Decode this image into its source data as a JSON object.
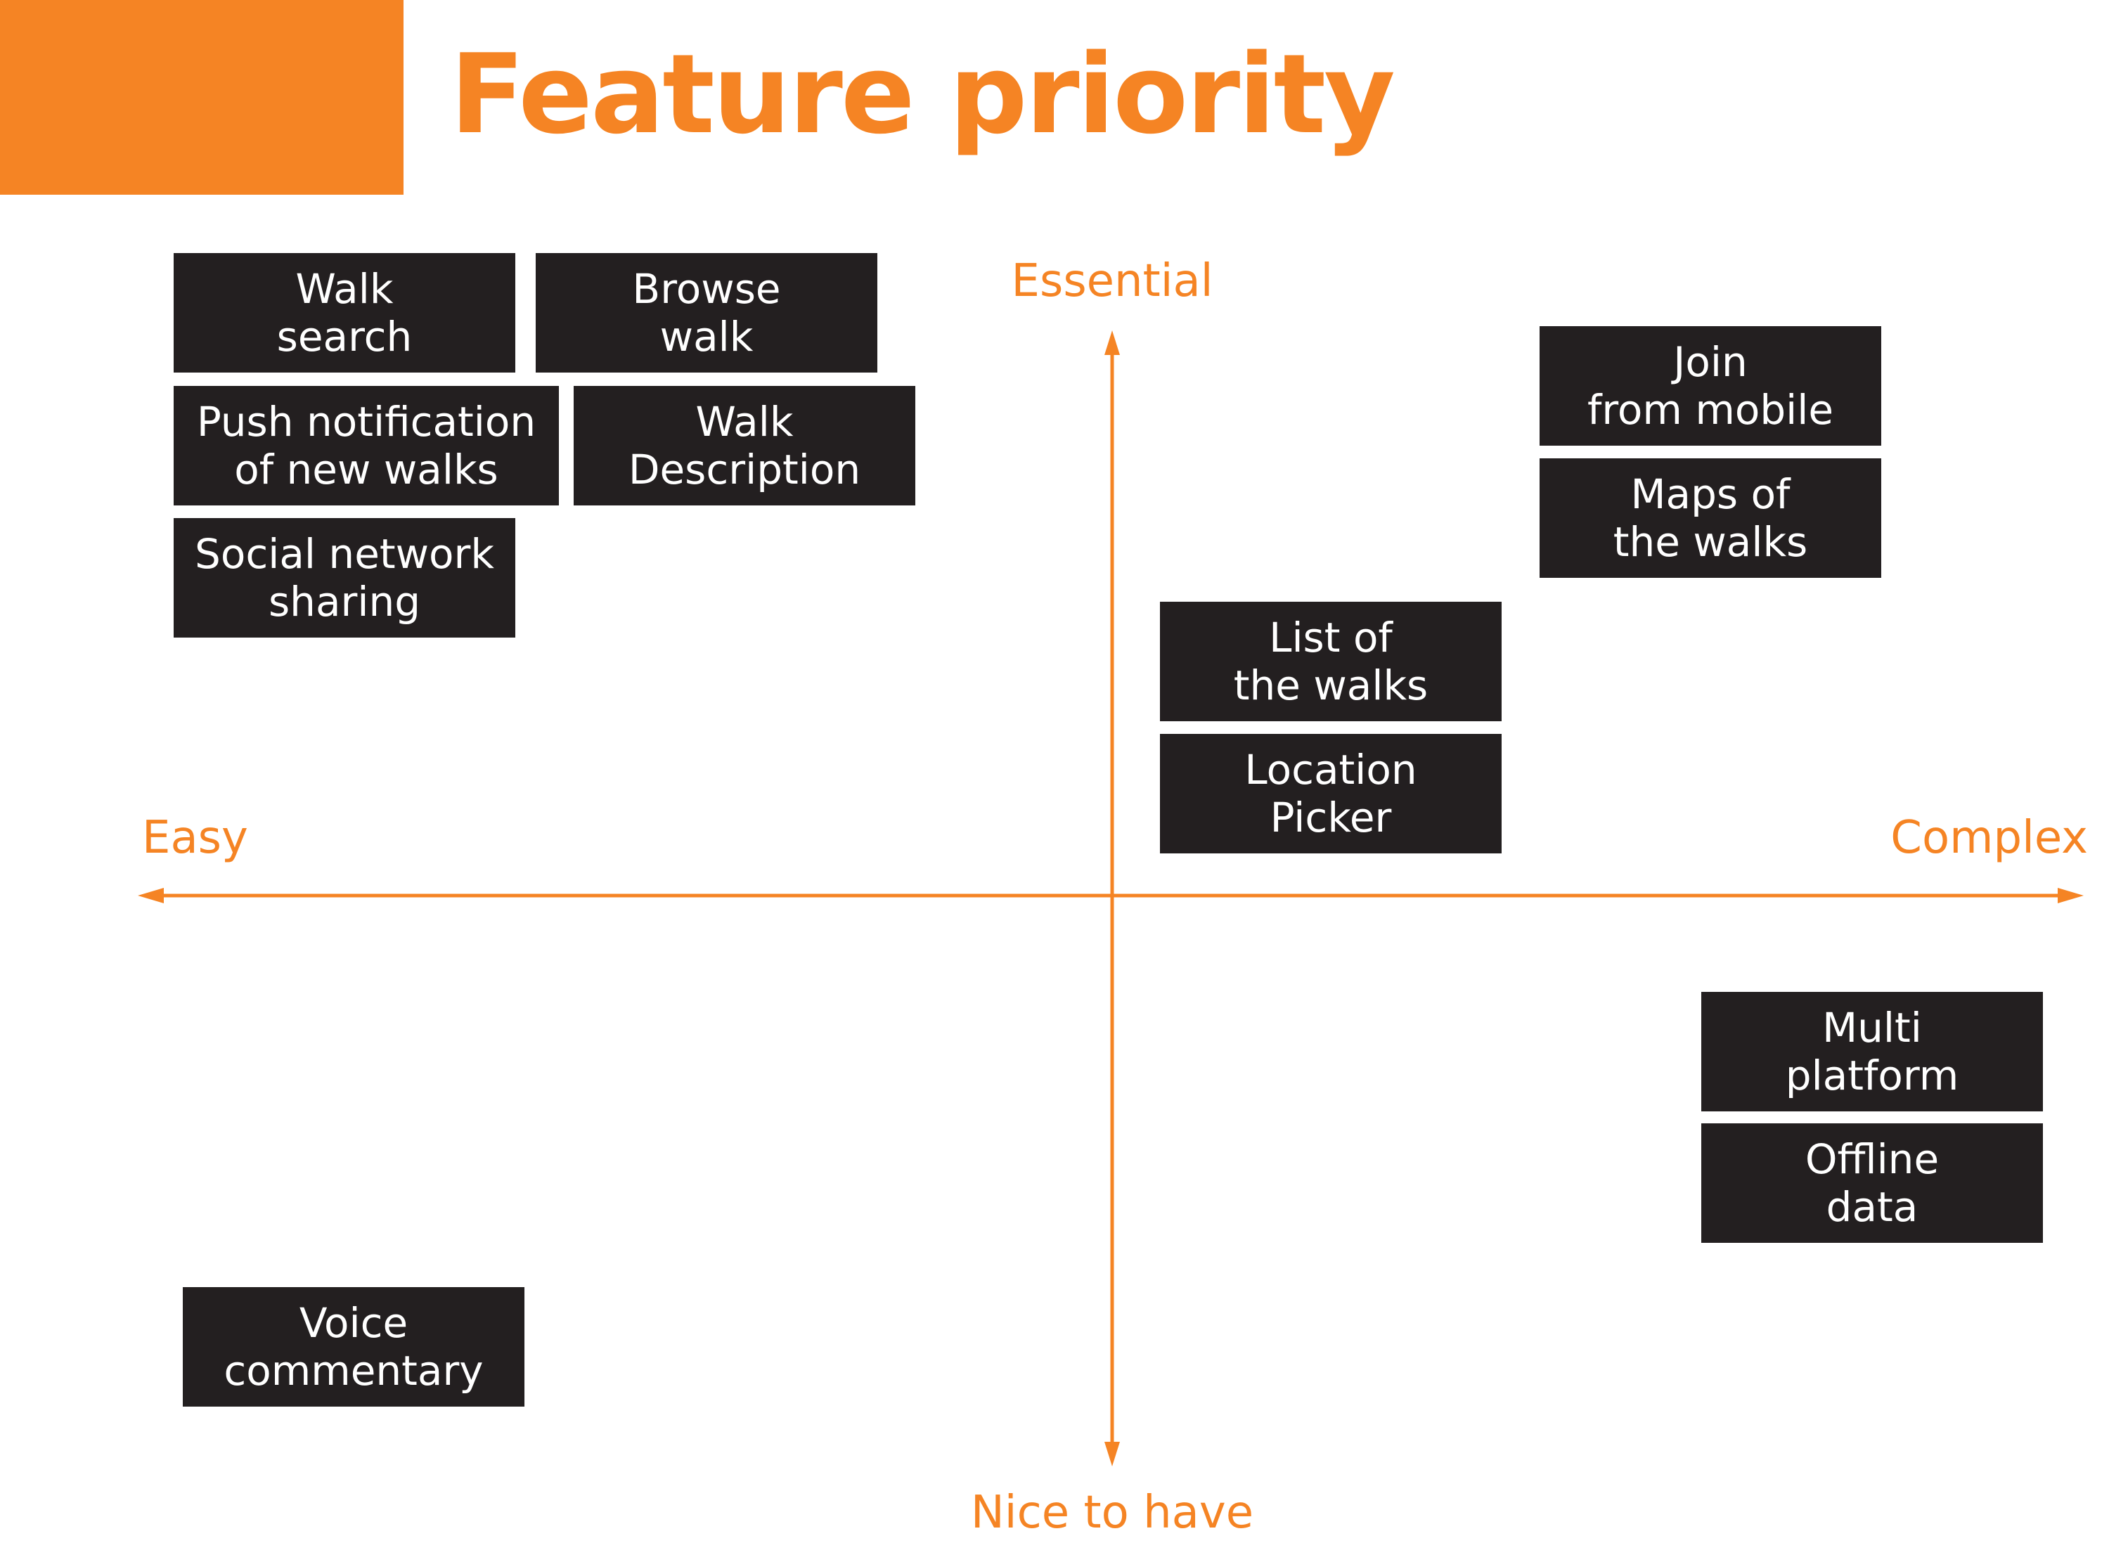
{
  "title": "Feature priority",
  "colors": {
    "accent": "#f58424",
    "card_background": "#231f20",
    "card_text": "#ffffff"
  },
  "axes": {
    "top": "Essential",
    "bottom": "Nice to have",
    "left": "Easy",
    "right": "Complex"
  },
  "cards": [
    {
      "id": "walk-search",
      "text": "Walk\nsearch"
    },
    {
      "id": "browse-walk",
      "text": "Browse\nwalk"
    },
    {
      "id": "push-notification",
      "text": "Push notification\nof new walks"
    },
    {
      "id": "walk-description",
      "text": "Walk\nDescription"
    },
    {
      "id": "social-network-sharing",
      "text": "Social network\nsharing"
    },
    {
      "id": "join-from-mobile",
      "text": "Join\nfrom mobile"
    },
    {
      "id": "maps-of-the-walks",
      "text": "Maps of\nthe walks"
    },
    {
      "id": "list-of-the-walks",
      "text": "List of\nthe walks"
    },
    {
      "id": "location-picker",
      "text": "Location\nPicker"
    },
    {
      "id": "multi-platform",
      "text": "Multi\nplatform"
    },
    {
      "id": "offline-data",
      "text": "Offline\ndata"
    },
    {
      "id": "voice-commentary",
      "text": "Voice\ncommentary"
    }
  ]
}
